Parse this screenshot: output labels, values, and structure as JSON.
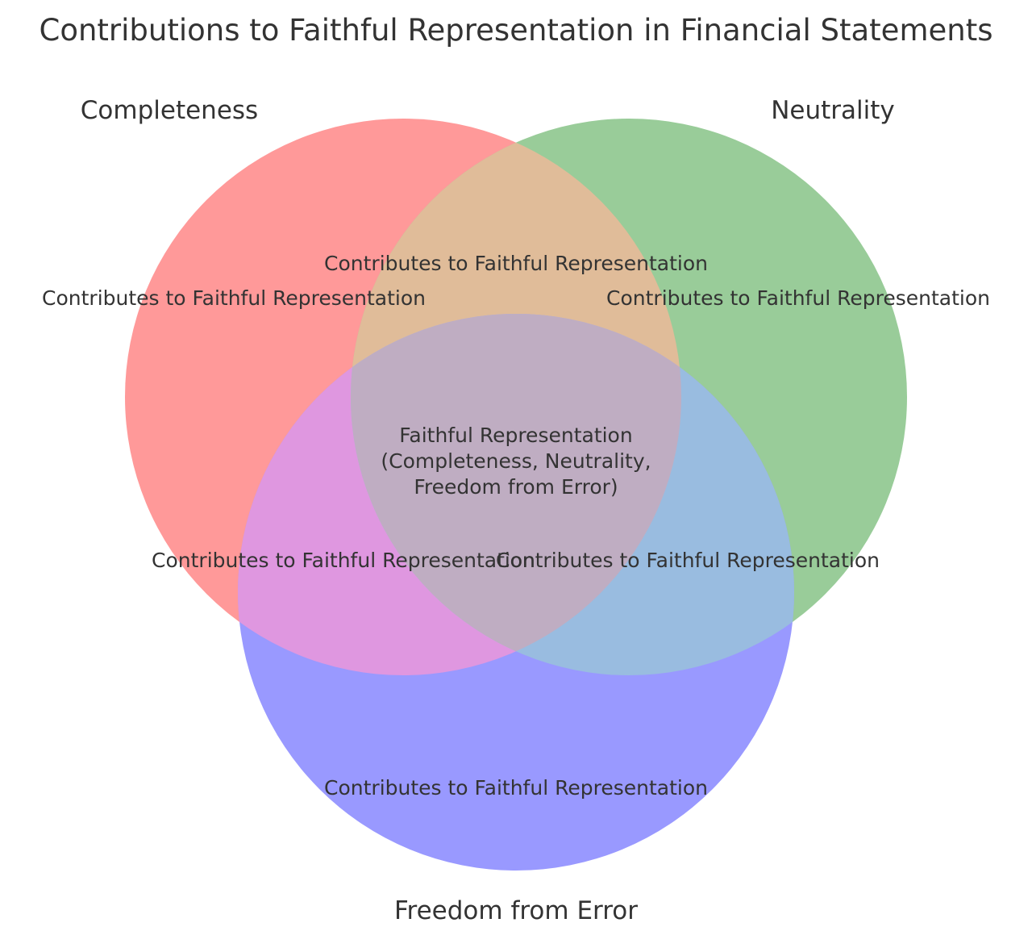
{
  "title": "Contributions to Faithful Representation in Financial Statements",
  "sets": [
    {
      "name": "Completeness",
      "color": "#ff9999"
    },
    {
      "name": "Neutrality",
      "color": "#99cc99"
    },
    {
      "name": "Freedom from Error",
      "color": "#9999ff"
    }
  ],
  "overlap_colors": {
    "completeness_neutrality": "#e0bc99",
    "completeness_freedom": "#df97e0",
    "neutrality_freedom": "#99bce0",
    "all_three": "#bfadc2"
  },
  "regions": {
    "completeness_only": "Contributes to Faithful Representation",
    "neutrality_only": "Contributes to Faithful Representation",
    "freedom_only": "Contributes to Faithful Representation",
    "completeness_neutrality": "Contributes to Faithful Representation",
    "completeness_freedom": "Contributes to Faithful Representation",
    "neutrality_freedom": "Contributes to Faithful Representation",
    "center_lines": [
      "Faithful Representation",
      "(Completeness, Neutrality,",
      "Freedom from Error)"
    ]
  }
}
